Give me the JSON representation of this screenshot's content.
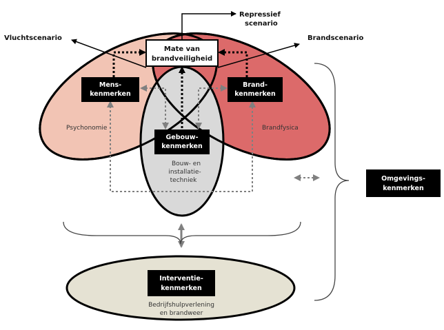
{
  "labels": {
    "repressief_line1": "Repressief",
    "repressief_line2": "scenario",
    "vluchtscenario": "Vluchtscenario",
    "brandscenario": "Brandscenario",
    "mate_line1": "Mate van",
    "mate_line2": "brandveiligheid",
    "mens_line1": "Mens-",
    "mens_line2": "kenmerken",
    "brand_line1": "Brand-",
    "brand_line2": "kenmerken",
    "gebouw_line1": "Gebouw-",
    "gebouw_line2": "kenmerken",
    "omgeving_line1": "Omgevings-",
    "omgeving_line2": "kenmerken",
    "interventie_line1": "Interventie-",
    "interventie_line2": "kenmerken",
    "psychonomie": "Psychonomie",
    "brandfysica": "Brandfysica",
    "bouw_line1": "Bouw- en",
    "bouw_line2": "installatie-",
    "bouw_line3": "techniek",
    "bhv_line1": "Bedrijfshulpverlening",
    "bhv_line2": "en brandweer"
  },
  "colors": {
    "mens_fill": "#f2c4b4",
    "brand_fill": "#dc6a6a",
    "gebouw_fill": "#d9d9d9",
    "interventie_fill": "#e5e2d3",
    "overlap_fill": "#c9a294",
    "box_fill": "#000000",
    "arrow_gray": "#808080"
  }
}
